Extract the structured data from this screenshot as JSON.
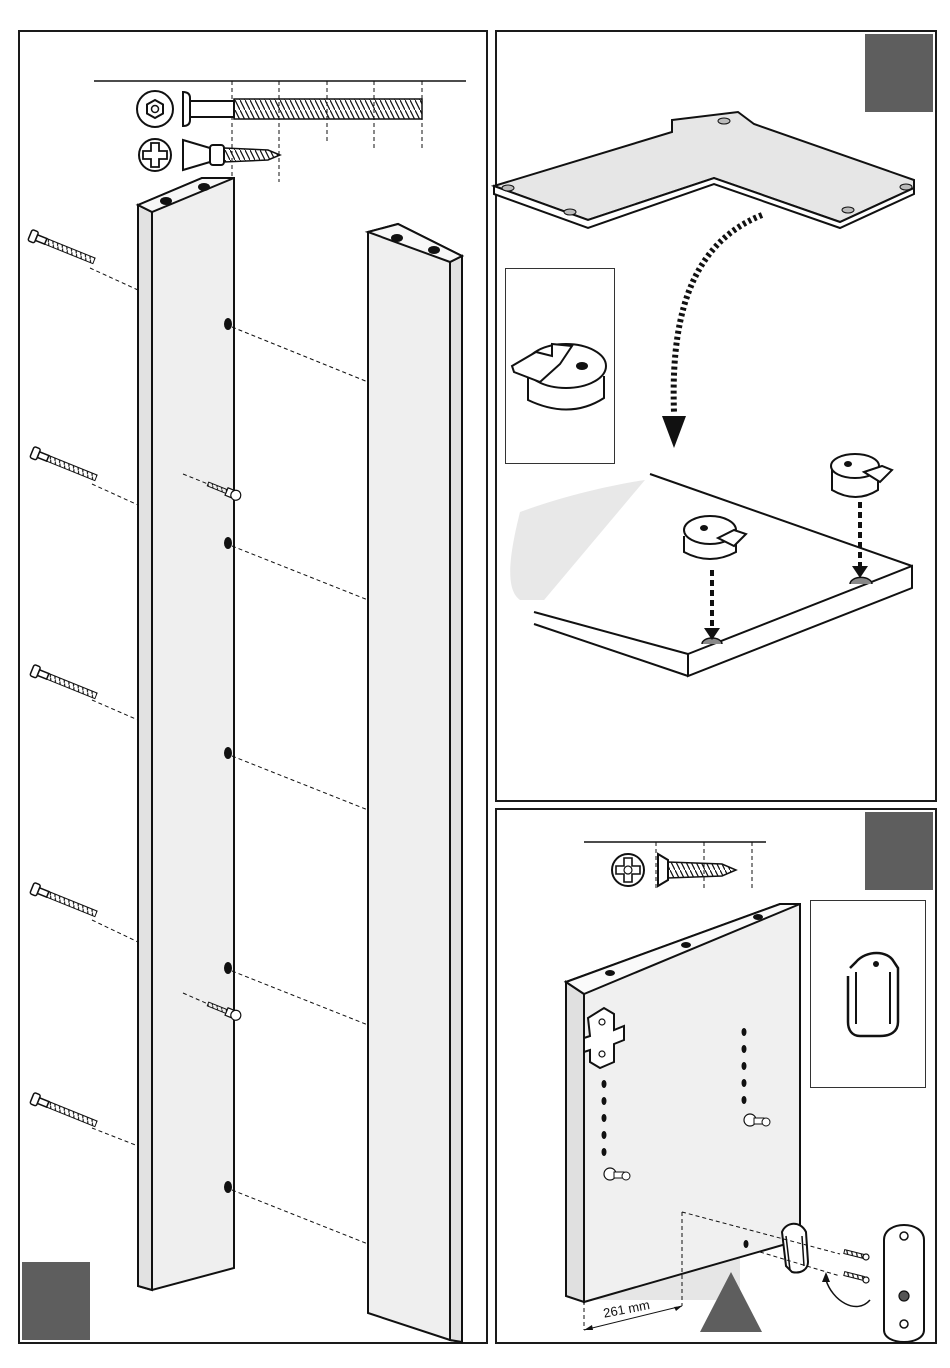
{
  "figure": {
    "panels": [
      "left-assembly",
      "top-right-cam-insert",
      "bottom-right-door-panel"
    ],
    "step_markers": {
      "left_bottom": "",
      "top_right": "",
      "bottom_right": ""
    },
    "measurement_label": "261 mm",
    "colors": {
      "line": "#1a1a1a",
      "board": "#ececec",
      "marker": "#5e5e5e",
      "shadow": "#dcdcdc"
    },
    "icons": [
      "hex-socket-icon",
      "phillips-icon",
      "pozidriv-icon"
    ]
  }
}
